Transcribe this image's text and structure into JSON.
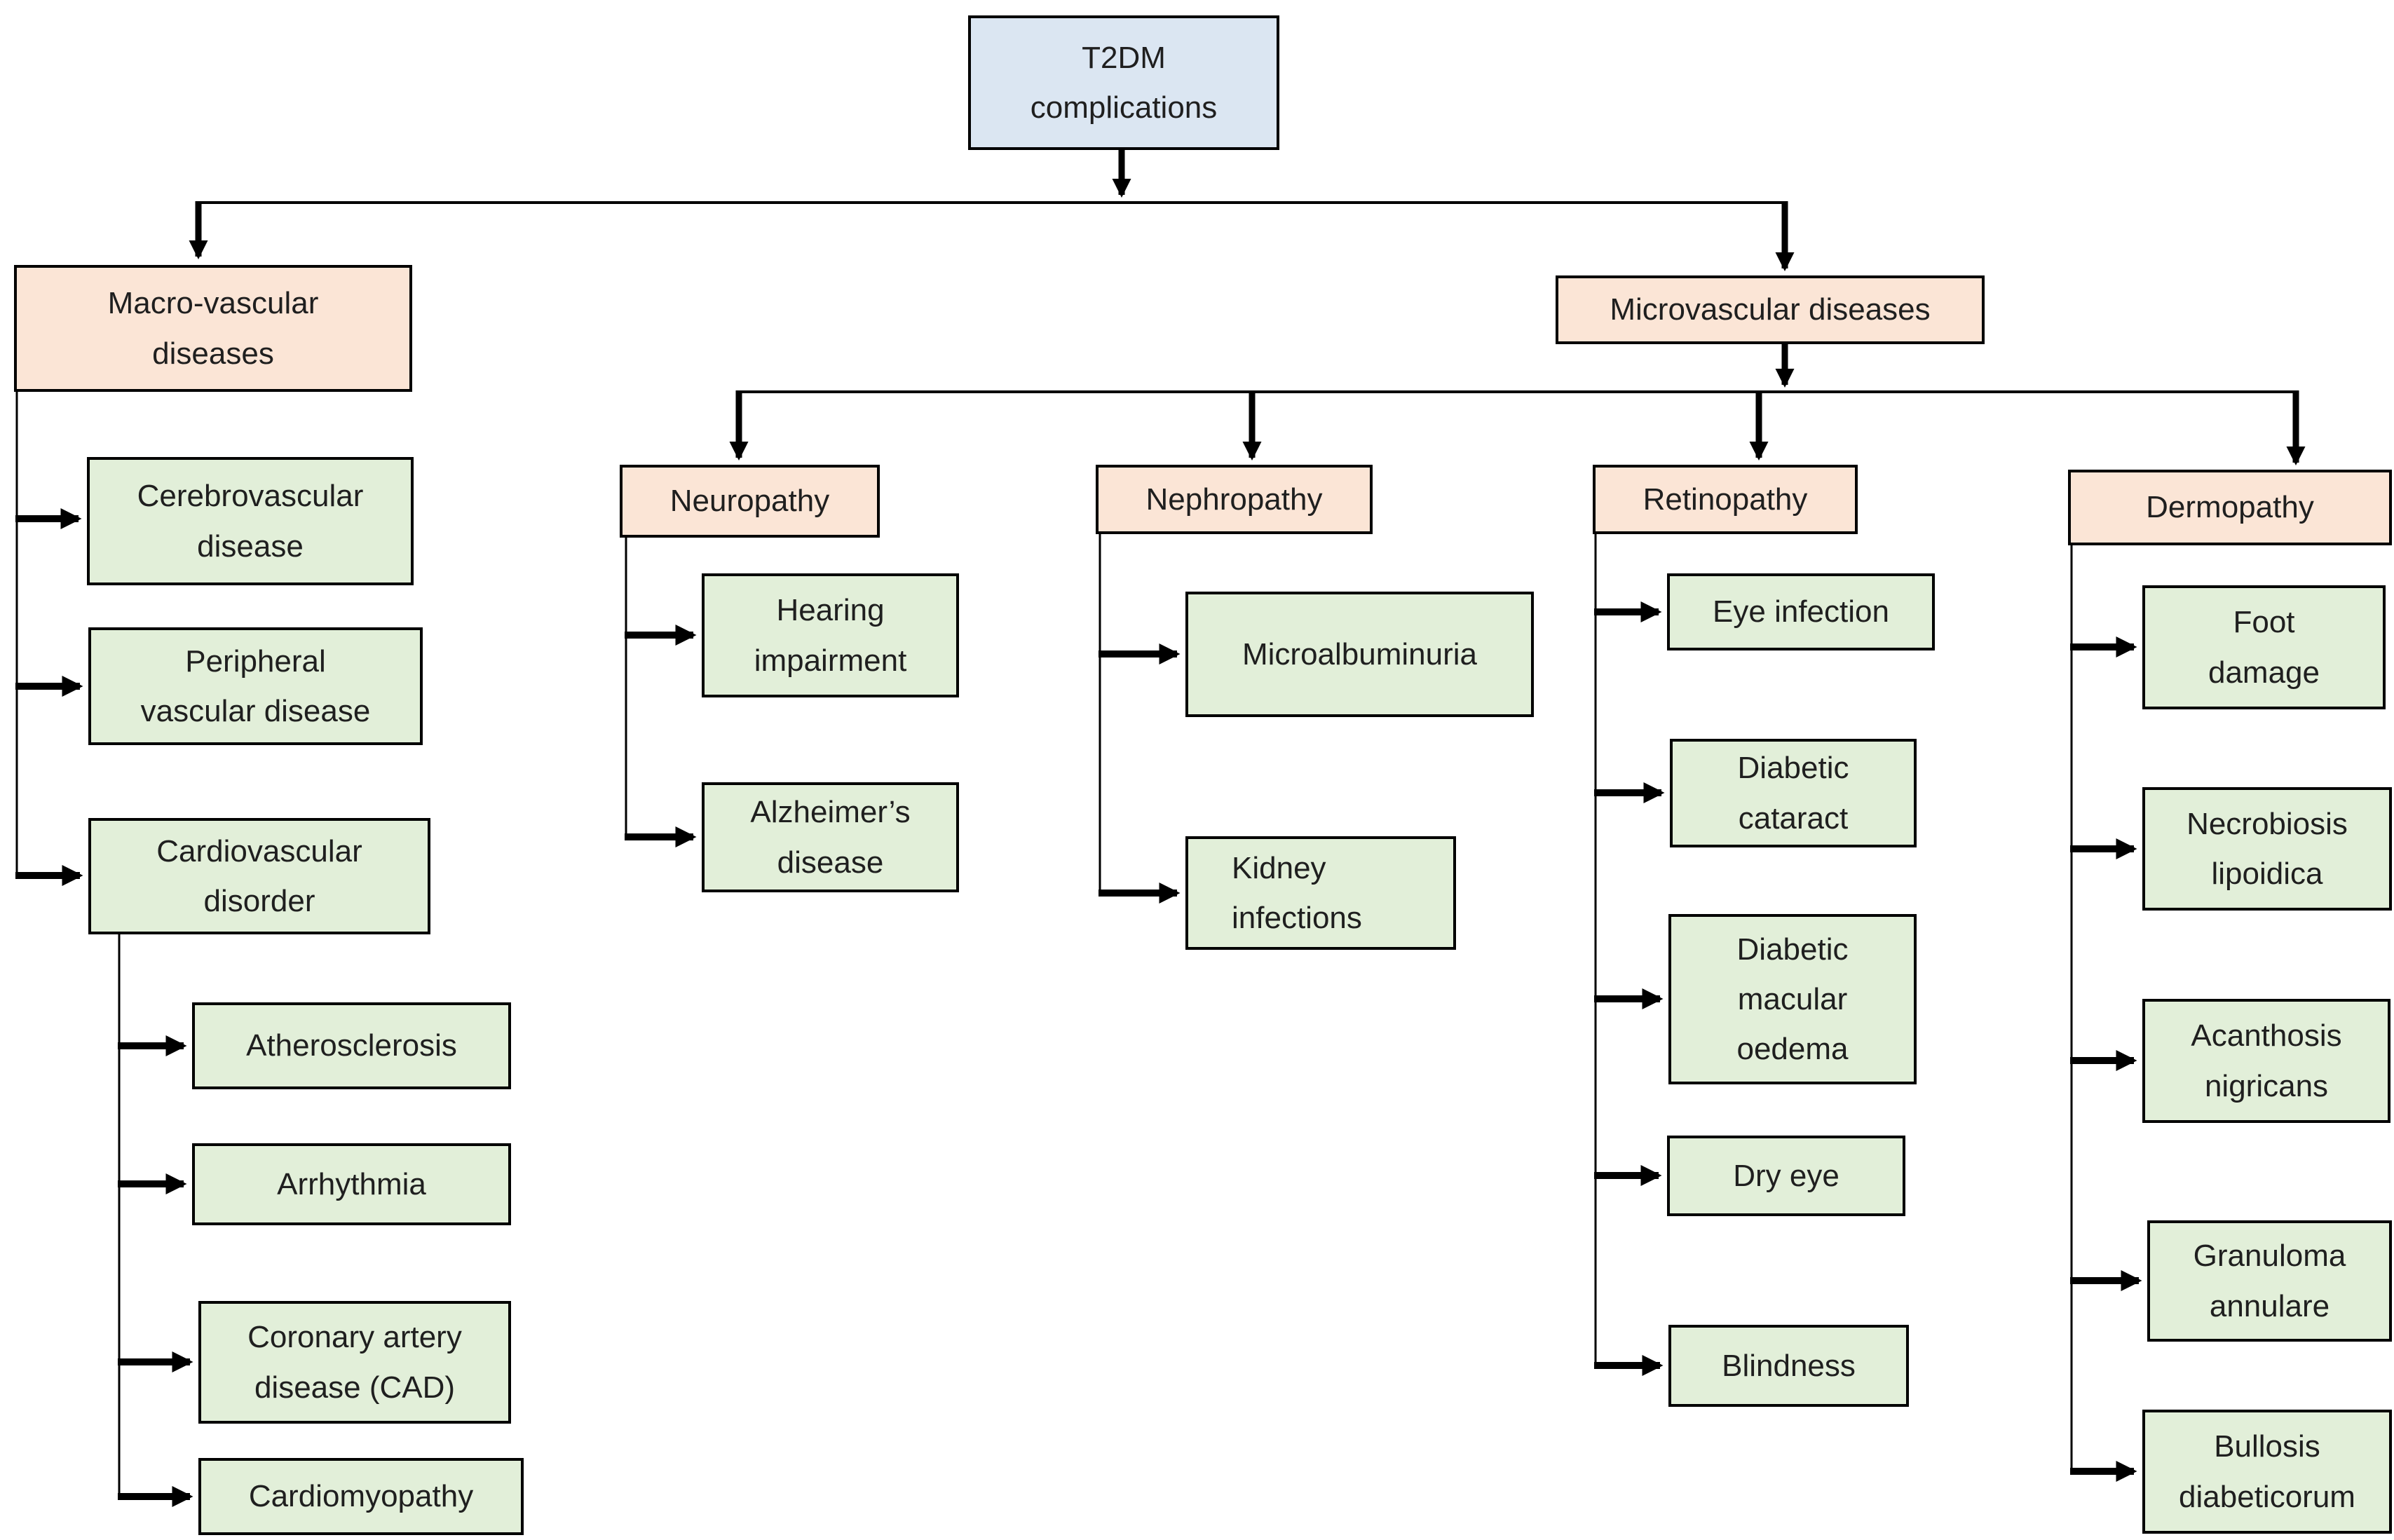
{
  "diagram_title": "T2DM complications flowchart",
  "colors": {
    "root_fill": "#dbe6f2",
    "category_fill": "#fbe5d6",
    "leaf_fill": "#e2efd9",
    "border": "#000000",
    "line": "#000000",
    "text": "#1f1f1f"
  },
  "hierarchy": {
    "root": {
      "label": "T2DM complications"
    },
    "children": [
      {
        "label": "Macro-vascular diseases",
        "children": [
          {
            "label": "Cerebrovascular disease"
          },
          {
            "label": "Peripheral vascular disease"
          },
          {
            "label": "Cardiovascular disorder",
            "children": [
              {
                "label": "Atherosclerosis"
              },
              {
                "label": "Arrhythmia"
              },
              {
                "label": "Coronary artery disease (CAD)"
              },
              {
                "label": "Cardiomyopathy"
              }
            ]
          }
        ]
      },
      {
        "label": "Microvascular diseases",
        "children": [
          {
            "label": "Neuropathy",
            "children": [
              {
                "label": "Hearing impairment"
              },
              {
                "label": "Alzheimer’s disease"
              }
            ]
          },
          {
            "label": "Nephropathy",
            "children": [
              {
                "label": "Microalbuminuria"
              },
              {
                "label": "Kidney infections"
              }
            ]
          },
          {
            "label": "Retinopathy",
            "children": [
              {
                "label": "Eye infection"
              },
              {
                "label": "Diabetic cataract"
              },
              {
                "label": "Diabetic macular oedema"
              },
              {
                "label": "Dry eye"
              },
              {
                "label": "Blindness"
              }
            ]
          },
          {
            "label": "Dermopathy",
            "children": [
              {
                "label": "Foot damage"
              },
              {
                "label": "Necrobiosis lipoidica"
              },
              {
                "label": "Acanthosis nigricans"
              },
              {
                "label": "Granuloma annulare"
              },
              {
                "label": "Bullosis diabeticorum"
              }
            ]
          }
        ]
      }
    ]
  }
}
